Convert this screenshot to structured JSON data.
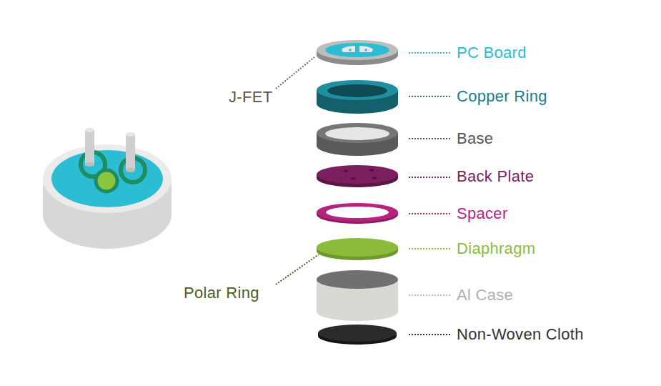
{
  "diagram": {
    "labels": [
      "PC Board",
      "J-FET",
      "Copper Ring",
      "Base",
      "Back Plate",
      "Spacer",
      "Diaphragm",
      "Polar Ring",
      "Al Case",
      "Non-Woven Cloth"
    ]
  }
}
